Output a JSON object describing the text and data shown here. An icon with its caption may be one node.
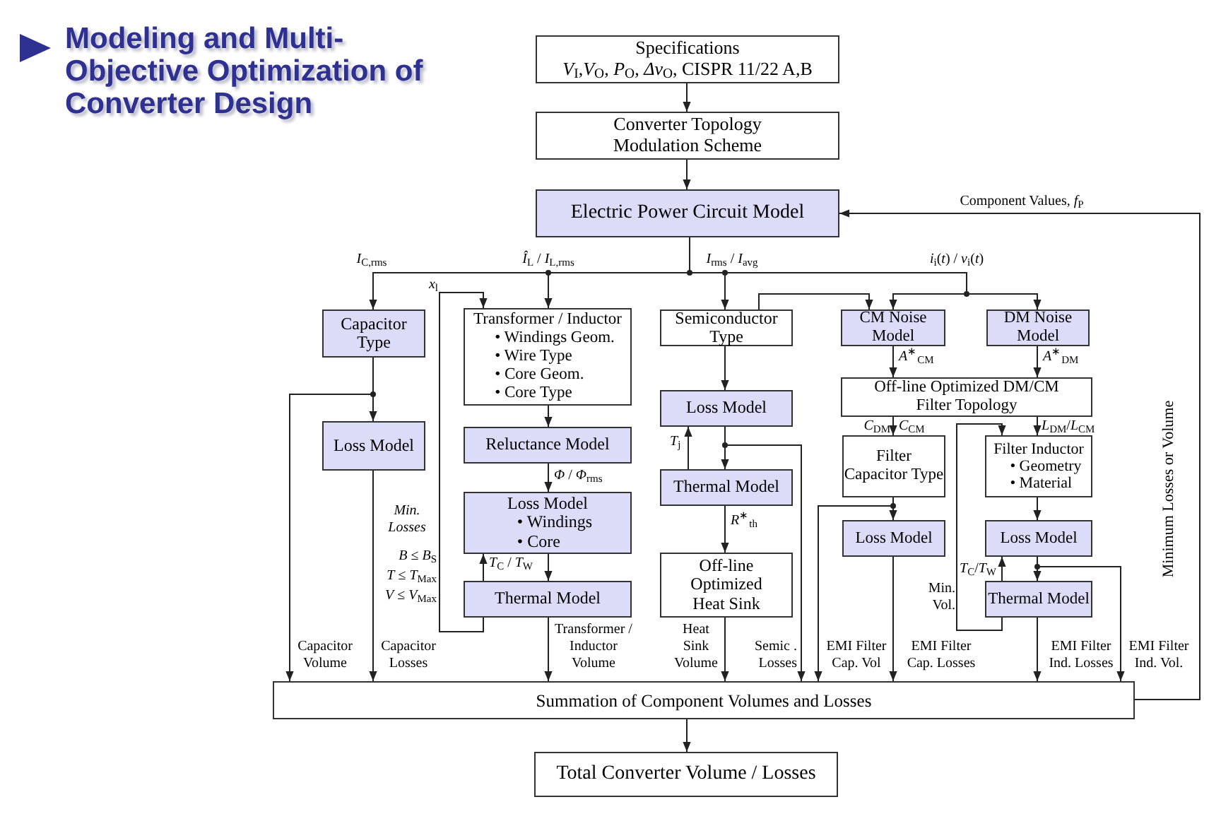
{
  "diagram": {
    "title": "Modeling and Multi-Objective Optimization of Converter Design",
    "nodes": [
      {
        "text": [
          "Specifications",
          "*V*$_{I}$,*V*$_{O}$, *P*$_{O}$, *Δv*$_{O}$, CISPR 11/22 A,B"
        ]
      },
      {
        "text": [
          "Converter Topology Modulation Scheme"
        ]
      },
      {
        "text": [
          "Electric Power Circuit Model"
        ]
      },
      {
        "text": [
          "Capacitor Type"
        ]
      },
      {
        "text": [
          "Loss Model"
        ]
      },
      {
        "text": [
          "Transformer / Inductor",
          "• Windings Geom.",
          "• Wire Type",
          "• Core Geom.",
          "• Core Type"
        ]
      },
      {
        "text": [
          "Reluctance Model"
        ]
      },
      {
        "text": [
          "Loss Model",
          "• Windings",
          "• Core"
        ]
      },
      {
        "text": [
          "Thermal Model"
        ]
      },
      {
        "text": [
          "Semiconductor Type"
        ]
      },
      {
        "text": [
          "Loss Model"
        ]
      },
      {
        "text": [
          "Thermal Model"
        ]
      },
      {
        "text": [
          "Off-line Optimized Heat Sink"
        ]
      },
      {
        "text": [
          "CM Noise Model"
        ]
      },
      {
        "text": [
          "DM Noise Model"
        ]
      },
      {
        "text": [
          "Off-line Optimized DM/CM Filter Topology"
        ]
      },
      {
        "text": [
          "Filter Capacitor Type"
        ]
      },
      {
        "text": [
          "Filter Inductor",
          "• Geometry",
          "• Material"
        ]
      },
      {
        "text": [
          "Loss Model"
        ]
      },
      {
        "text": [
          "Loss Model"
        ]
      },
      {
        "text": [
          "Thermal Model"
        ]
      },
      {
        "text": [
          "Summation of Component Volumes and Losses"
        ]
      },
      {
        "text": [
          "Total Converter Volume / Losses"
        ]
      }
    ],
    "edges": [
      {
        "from": 0,
        "to": 1,
        "arrow": "to"
      },
      {
        "from": 1,
        "to": 2,
        "arrow": "to"
      },
      {
        "from": 2,
        "to": 3,
        "arrow": "to",
        "label": "*I*$_{C,rms}$"
      },
      {
        "from": 2,
        "to": 5,
        "arrow": "to",
        "label": "*Î*$_{L}$ / *I*$_{L,rms}$"
      },
      {
        "from": 2,
        "to": 9,
        "arrow": "to",
        "label": "*I*$_{rms}$ / *I*$_{avg}$"
      },
      {
        "from": 2,
        "to": 13,
        "arrow": "to",
        "label": "*i*$_{i}$(*t*) / *v*$_{i}$(*t*)"
      },
      {
        "from": 2,
        "to": 14,
        "arrow": "to"
      },
      {
        "from": 3,
        "to": 4,
        "arrow": "to"
      },
      {
        "from": 3,
        "to": 21,
        "arrow": "to",
        "label": "Capacitor Volume"
      },
      {
        "from": 4,
        "to": 21,
        "arrow": "to",
        "label": "Capacitor Losses"
      },
      {
        "from": 5,
        "to": 6,
        "arrow": "to"
      },
      {
        "from": 6,
        "to": 7,
        "arrow": "to",
        "label": "*Φ* / *Φ*$_{rms}$"
      },
      {
        "from": 7,
        "to": 8,
        "arrow": "to"
      },
      {
        "from": 8,
        "to": 7,
        "arrow": "to",
        "label": "*T*$_{C}$ / *T*$_{W}$"
      },
      {
        "from": 8,
        "to": 5,
        "arrow": "to",
        "label": "*x*$_{l}$"
      },
      {
        "from": 8,
        "to": 21,
        "arrow": "to",
        "label": "Transformer / Inductor Volume"
      },
      {
        "from": 9,
        "to": 10,
        "arrow": "to"
      },
      {
        "from": 9,
        "to": 13,
        "arrow": "to"
      },
      {
        "from": 10,
        "to": 11,
        "arrow": "to"
      },
      {
        "from": 11,
        "to": 10,
        "arrow": "to",
        "label": "*T*$_{j}$"
      },
      {
        "from": 11,
        "to": 12,
        "arrow": "to",
        "label": "*R*$^{∗}$$_{th}$"
      },
      {
        "from": 12,
        "to": 21,
        "arrow": "to",
        "label": "Heat Sink Volume"
      },
      {
        "from": 10,
        "to": 21,
        "arrow": "to",
        "label": "Semic . Losses"
      },
      {
        "from": 13,
        "to": 15,
        "arrow": "to",
        "label": "*A*$^{∗}$$_{CM}$"
      },
      {
        "from": 14,
        "to": 15,
        "arrow": "to",
        "label": "*A*$^{∗}$$_{DM}$"
      },
      {
        "from": 15,
        "to": 16,
        "arrow": "to",
        "label": "*C*$_{DM}$"
      },
      {
        "from": 15,
        "to": 17,
        "arrow": "to",
        "label": "*L*$_{DM}$/*L*$_{CM}$"
      },
      {
        "from": 16,
        "to": 18,
        "arrow": "to"
      },
      {
        "from": 16,
        "to": 21,
        "arrow": "to",
        "label": "EMI Filter Cap. Vol"
      },
      {
        "from": 18,
        "to": 21,
        "arrow": "to",
        "label": "EMI Filter Cap. Losses"
      },
      {
        "from": 17,
        "to": 19,
        "arrow": "to"
      },
      {
        "from": 19,
        "to": 20,
        "arrow": "to"
      },
      {
        "from": 19,
        "to": 21,
        "arrow": "to",
        "label": "EMI Filter Ind. Vol."
      },
      {
        "from": 20,
        "to": 19,
        "arrow": "to",
        "label": "*T*$_{C}$/*T*$_{W}$"
      },
      {
        "from": 20,
        "to": 17,
        "arrow": "to",
        "label": "Min. Vol."
      },
      {
        "from": 20,
        "to": 21,
        "arrow": "to",
        "label": "EMI Filter Ind. Losses"
      },
      {
        "from": 21,
        "to": 22,
        "arrow": "to"
      },
      {
        "from": 21,
        "to": 2,
        "arrow": "to",
        "label": "Component Values, *f*$_{P}$"
      }
    ],
    "labels": [
      "Min. Losses",
      "*B* ≤ *B*$_{S}$",
      "*T* ≤ *T*$_{Max}$",
      "*V* ≤ *V*$_{Max}$",
      "*C*$_{CM}$",
      "Minimum Losses or Volume"
    ]
  }
}
